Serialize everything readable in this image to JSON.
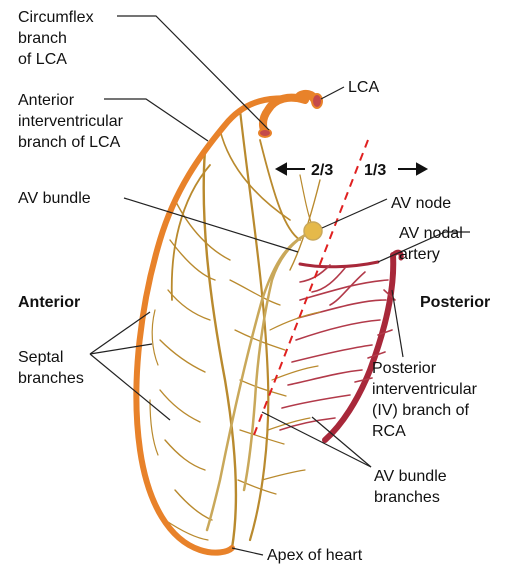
{
  "labels": {
    "circumflex_1": "Circumflex",
    "circumflex_2": "branch",
    "circumflex_3": "of LCA",
    "lca": "LCA",
    "anterior_iv_1": "Anterior",
    "anterior_iv_2": "interventricular",
    "anterior_iv_3": "branch of LCA",
    "two_thirds": "2/3",
    "one_third": "1/3",
    "av_bundle": "AV bundle",
    "av_node": "AV node",
    "av_nodal_1": "AV nodal",
    "av_nodal_2": "artery",
    "anterior": "Anterior",
    "posterior": "Posterior",
    "septal_1": "Septal",
    "septal_2": "branches",
    "post_iv_1": "Posterior",
    "post_iv_2": "interventricular",
    "post_iv_3": "(IV) branch of",
    "post_iv_4": "RCA",
    "av_bundle_br_1": "AV bundle",
    "av_bundle_br_2": "branches",
    "apex": "Apex of heart"
  },
  "colors": {
    "artery_orange": "#e8822a",
    "septal_tan": "#b98a2e",
    "rca_red": "#a8283a",
    "conduction": "#c9a85a",
    "dashed_divider": "#e02020",
    "leader": "#222222"
  }
}
